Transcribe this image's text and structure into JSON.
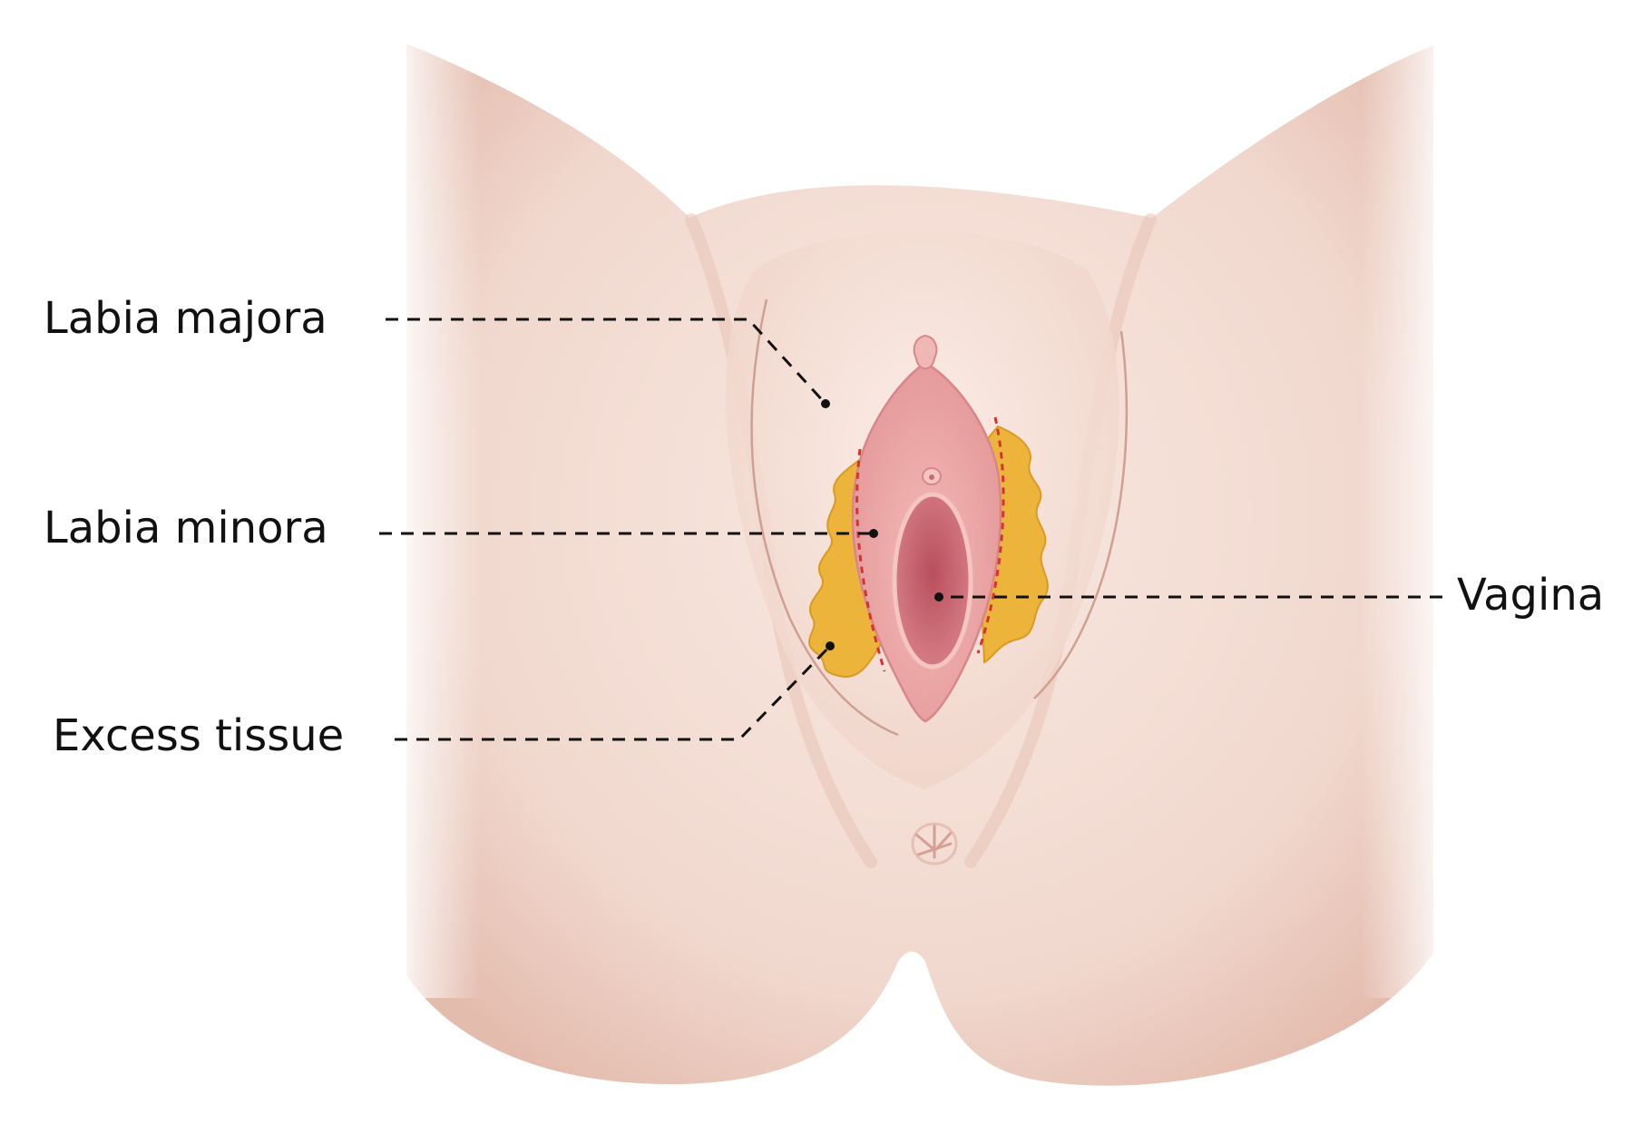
{
  "labels": {
    "labia_majora": "Labia majora",
    "labia_minora": "Labia minora",
    "excess_tissue": "Excess tissue",
    "vagina": "Vagina"
  },
  "colors": {
    "background": "#ffffff",
    "skin_light": "#f7e6df",
    "skin_mid": "#efd2c7",
    "skin_shadow": "#e3b8a9",
    "mucosa_pink": "#e9a2a3",
    "mucosa_deep": "#c96a74",
    "excess_tissue_fill": "#edb43c",
    "cut_line": "#d63232",
    "leader_line": "#111111",
    "label_text": "#111111"
  }
}
